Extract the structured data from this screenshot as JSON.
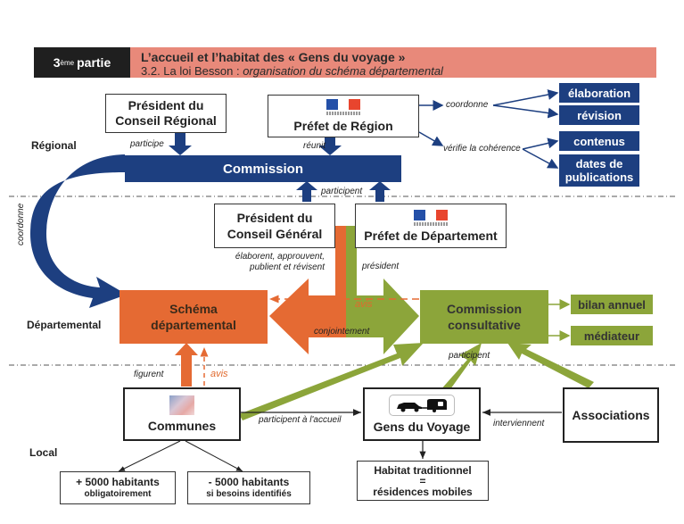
{
  "header": {
    "part_number": "3",
    "part_superscript": "ème",
    "part_word": "partie",
    "title": "L’accueil et l’habitat des « Gens du voyage »",
    "subtitle_plain": "3.2. La loi Besson : ",
    "subtitle_italic": "organisation du schéma départemental"
  },
  "levels": {
    "regional": "Régional",
    "departemental": "Départemental",
    "local": "Local"
  },
  "nodes": {
    "president_conseil_regional": [
      "Président du",
      "Conseil Régional"
    ],
    "prefet_region": "Préfet de Région",
    "commission": "Commission",
    "elaboration": "élaboration",
    "revision": "révision",
    "contenus": "contenus",
    "dates_publications": [
      "dates de",
      "publications"
    ],
    "president_conseil_general": [
      "Président du",
      "Conseil Général"
    ],
    "prefet_departement": "Préfet de Département",
    "schema_departemental": [
      "Schéma",
      "départemental"
    ],
    "commission_consultative": [
      "Commission",
      "consultative"
    ],
    "bilan_annuel": "bilan annuel",
    "mediateur": "médiateur",
    "communes": "Communes",
    "gens_du_voyage": "Gens du Voyage",
    "associations": "Associations",
    "plus_5000": [
      "+ 5000 habitants",
      "obligatoirement"
    ],
    "moins_5000": [
      "- 5000 habitants",
      "si besoins identifiés"
    ],
    "habitat": [
      "Habitat traditionnel",
      "=",
      "résidences mobiles"
    ]
  },
  "edge_labels": {
    "participe": "participe",
    "reunit": "réunit",
    "coordonne_region": "coordonne",
    "verifie": "vérifie la cohérence",
    "participent_commission": "participent",
    "coordonne_side": "coordonne",
    "elaborent": [
      "élaborent, approuvent,",
      "publient et révisent"
    ],
    "president": "président",
    "avis_departement": "avis",
    "conjointement": "conjointement",
    "figurent": "figurent",
    "avis_communes": "avis",
    "participent_consultative": "participent",
    "participent_accueil": "participent à l'accueil",
    "interviennent": "interviennent"
  },
  "colors": {
    "blue": "#1d3f80",
    "orange": "#e56a33",
    "green": "#8ca53a",
    "header_red": "#e8897a",
    "header_dark": "#1f1f1f",
    "flag_blue": "#2450a8",
    "flag_red": "#e8452e"
  }
}
